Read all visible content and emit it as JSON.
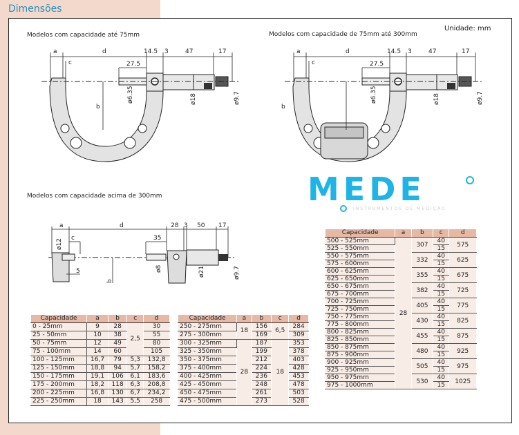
{
  "title": "Dimensões",
  "unit_label": "Unidade: mm",
  "captions": {
    "model1": "Modelos com capacidade até 75mm",
    "model2": "Modelos com capacidade de 75mm até 300mm",
    "model3": "Modelos com capacidade acima de 300mm"
  },
  "drawing1": {
    "a": "a",
    "d": "d",
    "d145": "14.5",
    "d3": "3",
    "d47": "47",
    "d17": "17",
    "c": "c",
    "d275": "27.5",
    "b": "b",
    "phi635": "ø6.35",
    "phi18": "ø18",
    "phi97": "ø9.7"
  },
  "drawing2": {
    "a": "a",
    "d": "d",
    "d145": "14.5",
    "d3": "3",
    "d47": "47",
    "d17": "17",
    "c": "c",
    "d275": "27.5",
    "b": "b",
    "phi635": "ø6.35",
    "phi18": "ø18",
    "phi97": "ø9.7"
  },
  "drawing3": {
    "a": "a",
    "d": "d",
    "d28": "28",
    "d3": "3",
    "d50": "50",
    "d17": "17",
    "c": "c",
    "d35": "35",
    "phi12": "ø12",
    "d5": "5",
    "b": "b",
    "phi8": "ø8",
    "phi21": "ø21",
    "phi97": "ø9.7"
  },
  "logo": {
    "text": "MEDE",
    "subtitle": "INSTRUMENTOS DE MEDIÇÃO",
    "color": "#1eb4e6"
  },
  "headers": [
    "Capacidade",
    "a",
    "b",
    "c",
    "d"
  ],
  "table1": [
    [
      "0 - 25mm",
      "9",
      "28",
      {
        "v": "2,5",
        "span": 4
      },
      "30"
    ],
    [
      "25 - 50mm",
      "10",
      "38",
      null,
      "55"
    ],
    [
      "50 - 75mm",
      "12",
      "49",
      null,
      "80"
    ],
    [
      "75 - 100mm",
      "14",
      "60",
      null,
      "105"
    ],
    [
      "100 - 125mm",
      "16,7",
      "79",
      "5,3",
      "132,8"
    ],
    [
      "125 - 150mm",
      "18,8",
      "94",
      "5,7",
      "158,2"
    ],
    [
      "150 - 175mm",
      "19,1",
      "106",
      "6,1",
      "183,6"
    ],
    [
      "175 - 200mm",
      "18,2",
      "118",
      "6,3",
      "208,8"
    ],
    [
      "200 - 225mm",
      "16,8",
      "130",
      "6,7",
      "234,2"
    ],
    [
      "225 - 250mm",
      "18",
      "143",
      "5,5",
      "258"
    ]
  ],
  "table2": [
    [
      "250 - 275mm",
      {
        "v": "18",
        "span": 2
      },
      "156",
      {
        "v": "6,5",
        "span": 2
      },
      "284"
    ],
    [
      "275 - 300mm",
      null,
      "169",
      null,
      "309"
    ],
    [
      "300 - 325mm",
      {
        "v": "28",
        "span": 8
      },
      "187",
      {
        "v": "18",
        "span": 8
      },
      "353"
    ],
    [
      "325 - 350mm",
      null,
      "199",
      null,
      "378"
    ],
    [
      "350 - 375mm",
      null,
      "212",
      null,
      "403"
    ],
    [
      "375 - 400mm",
      null,
      "224",
      null,
      "428"
    ],
    [
      "400 - 425mm",
      null,
      "236",
      null,
      "453"
    ],
    [
      "425 - 450mm",
      null,
      "248",
      null,
      "478"
    ],
    [
      "450 - 475mm",
      null,
      "261",
      null,
      "503"
    ],
    [
      "475 - 500mm",
      null,
      "273",
      null,
      "528"
    ]
  ],
  "table3": [
    [
      "500 - 525mm",
      {
        "v": "28",
        "span": 20
      },
      {
        "v": "307",
        "span": 2
      },
      "40",
      {
        "v": "575",
        "span": 2
      }
    ],
    [
      "525 - 550mm",
      null,
      null,
      "15",
      null
    ],
    [
      "550 - 575mm",
      null,
      {
        "v": "332",
        "span": 2
      },
      "40",
      {
        "v": "625",
        "span": 2
      }
    ],
    [
      "575 - 600mm",
      null,
      null,
      "15",
      null
    ],
    [
      "600 - 625mm",
      null,
      {
        "v": "355",
        "span": 2
      },
      "40",
      {
        "v": "675",
        "span": 2
      }
    ],
    [
      "625 - 650mm",
      null,
      null,
      "15",
      null
    ],
    [
      "650 - 675mm",
      null,
      {
        "v": "382",
        "span": 2
      },
      "40",
      {
        "v": "725",
        "span": 2
      }
    ],
    [
      "675 - 700mm",
      null,
      null,
      "15",
      null
    ],
    [
      "700 - 725mm",
      null,
      {
        "v": "405",
        "span": 2
      },
      "40",
      {
        "v": "775",
        "span": 2
      }
    ],
    [
      "725 - 750mm",
      null,
      null,
      "15",
      null
    ],
    [
      "750 - 775mm",
      null,
      {
        "v": "430",
        "span": 2
      },
      "40",
      {
        "v": "825",
        "span": 2
      }
    ],
    [
      "775 - 800mm",
      null,
      null,
      "15",
      null
    ],
    [
      "800 - 825mm",
      null,
      {
        "v": "455",
        "span": 2
      },
      "40",
      {
        "v": "875",
        "span": 2
      }
    ],
    [
      "825 - 850mm",
      null,
      null,
      "15",
      null
    ],
    [
      "850 - 875mm",
      null,
      {
        "v": "480",
        "span": 2
      },
      "40",
      {
        "v": "925",
        "span": 2
      }
    ],
    [
      "875 - 900mm",
      null,
      null,
      "15",
      null
    ],
    [
      "900 - 925mm",
      null,
      {
        "v": "505",
        "span": 2
      },
      "40",
      {
        "v": "975",
        "span": 2
      }
    ],
    [
      "925 - 950mm",
      null,
      null,
      "15",
      null
    ],
    [
      "950 - 975mm",
      null,
      {
        "v": "530",
        "span": 2
      },
      "40",
      {
        "v": "1025",
        "span": 2
      }
    ],
    [
      "975 - 1000mm",
      null,
      null,
      "15",
      null
    ]
  ]
}
